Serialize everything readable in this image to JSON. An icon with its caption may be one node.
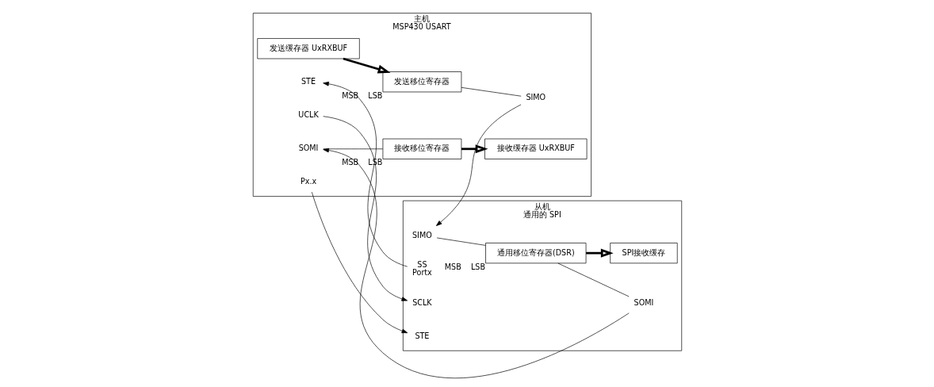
{
  "diagram": {
    "nodes": [
      {
        "text": [
          "主机",
          "MSP430 USART"
        ]
      },
      {
        "text": [
          "接收缓存器 UxRXBUF"
        ],
        "in": 0
      },
      {
        "text": [
          "发送缓存器 UxRXBUF"
        ],
        "in": 0
      },
      {
        "text": [
          "接收移位寄存器"
        ],
        "in": 0,
        "beside": [
          "MSB",
          "LSB"
        ]
      },
      {
        "text": [
          "发送移位寄存器"
        ],
        "in": 0,
        "beside": [
          "MSB",
          "LSB"
        ]
      },
      {
        "text": [
          "SIMO"
        ],
        "in": 0
      },
      {
        "text": [
          "Px.x"
        ],
        "in": 0
      },
      {
        "text": [
          "STE"
        ],
        "in": 0
      },
      {
        "text": [
          "SOMI"
        ],
        "in": 0
      },
      {
        "text": [
          "UCLK"
        ],
        "in": 0
      },
      {
        "text": [
          "从机",
          "通用的 SPI"
        ]
      },
      {
        "text": [
          "SIMO"
        ],
        "in": 10
      },
      {
        "text": [
          "SPI接收缓存"
        ],
        "in": 10
      },
      {
        "text": [
          "STE"
        ],
        "in": 10
      },
      {
        "text": [
          "SS",
          "Portx"
        ],
        "in": 10
      },
      {
        "text": [
          "SOMI"
        ],
        "in": 10
      },
      {
        "text": [
          "SCLK"
        ],
        "in": 10
      },
      {
        "text": [
          "通用移位寄存器(DSR)"
        ],
        "in": 10,
        "beside": [
          "MSB",
          "LSB"
        ]
      }
    ],
    "edges": [
      {
        "from": 3,
        "to": 1,
        "arrow": "to",
        "style": "thick"
      },
      {
        "from": 2,
        "to": 4,
        "arrow": "to",
        "style": "thick"
      },
      {
        "from": 17,
        "to": 12,
        "arrow": "to",
        "style": "thick"
      },
      {
        "from": 4,
        "to": 5,
        "arrow": "none"
      },
      {
        "from": 5,
        "to": 11,
        "arrow": "to"
      },
      {
        "from": 11,
        "to": 17,
        "arrow": "none"
      },
      {
        "from": 6,
        "to": 13,
        "arrow": "to"
      },
      {
        "from": 14,
        "to": 7,
        "arrow": "to"
      },
      {
        "from": 9,
        "to": 16,
        "arrow": "to"
      },
      {
        "from": 17,
        "to": 15,
        "arrow": "none"
      },
      {
        "from": 15,
        "to": 8,
        "arrow": "to"
      },
      {
        "from": 8,
        "to": 3,
        "arrow": "none"
      }
    ]
  }
}
